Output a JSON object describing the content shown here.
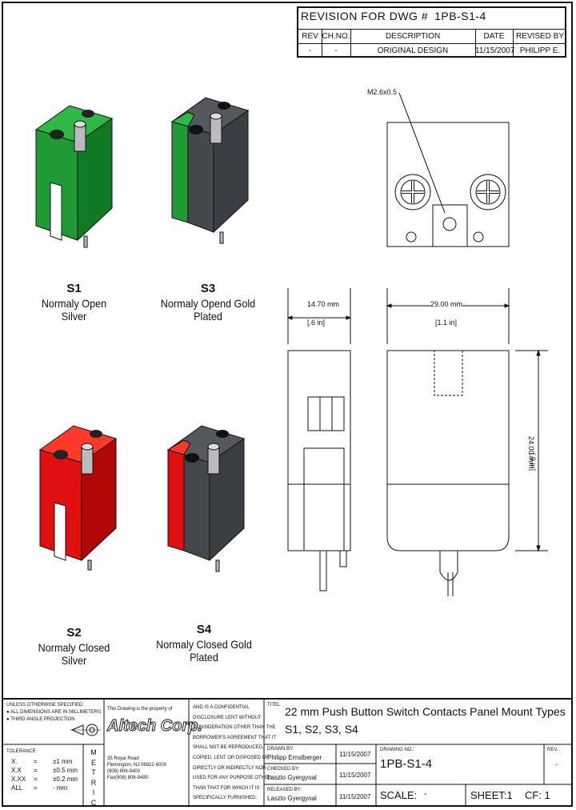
{
  "revision_table": {
    "title": "REVISION FOR DWG #",
    "dwg_number": "1PB-S1-4",
    "headers": [
      "REV",
      "CH.NO.",
      "DESCRIPTION",
      "DATE",
      "REVISED BY"
    ],
    "row": [
      "-",
      "-",
      "ORIGINAL DESIGN",
      "11/15/2007",
      "PHILIPP E."
    ]
  },
  "switches": [
    {
      "code": "S1",
      "description": "Normaly Open Silver",
      "color": "#1f9a35"
    },
    {
      "code": "S3",
      "description": "Normaly Opend Gold Plated",
      "color": "#1f9a35"
    },
    {
      "code": "S2",
      "description": "Normaly Closed Silver",
      "color": "#e01010"
    },
    {
      "code": "S4",
      "description": "Normaly Closed Gold Plated",
      "color": "#e01010"
    }
  ],
  "dimensions": {
    "screw": "M2.6x0.5",
    "width_side": "14.70 mm",
    "width_side_in": "[.6 in]",
    "width_front": "29.00 mm",
    "width_front_in": "[1.1 in]",
    "height": "24.00 mm",
    "height_in": "[.9 in]"
  },
  "title_block": {
    "unless": "UNLESS OTHERWISE SPECIFIED:",
    "note1": "ALL DIMENSIONS ARE IN MILLIMETERS",
    "note2": "THIRD ANGLE PROJECTION",
    "tolerance_label": "TOLERANCE",
    "tolerances": [
      {
        "fmt": "X.",
        "eq": "=",
        "val": "±1 mm"
      },
      {
        "fmt": "X.X",
        "eq": "=",
        "val": "±0.5 mm"
      },
      {
        "fmt": "X.XX",
        "eq": "=",
        "val": "±0.2 mm"
      },
      {
        "fmt": "ALL",
        "eq": "=",
        "val": "- mm"
      }
    ],
    "metric": [
      "M",
      "E",
      "T",
      "R",
      "I",
      "C"
    ],
    "property_line": "This Drawing is the property of",
    "company": "Altech Corp.",
    "address": [
      "35 Royal Road",
      "Flemington, NJ 08822-6000",
      "(908) 806-9400",
      "Fax(908) 806-9490"
    ],
    "confidential": [
      "AND IS A CONFIDENTIAL",
      "DISCLOSURE LENT WITHOUT",
      "CONSIDERATION OTHER THAN THE",
      "BORROWER'S AGREEMENT THAT IT",
      "SHALL NOT BE REPRODUCED,",
      "COPIED, LENT OR DISPOSED OF",
      "DIRECTLY OR INDIRECTLY NOR",
      "USED FOR ANY PURPOSE OTHER",
      "THAN THAT FOR WHICH IT IS",
      "SPECIFICALLY FURNISHED."
    ],
    "titel_label": "TITEL",
    "title": "22 mm Push Button Switch Contacts Panel Mount Types S1, S2, S3, S4",
    "drawn_by_label": "DRAWN BY:",
    "drawn_by": "Philipp Ernstberger",
    "checked_by_label": "CHECKED BY:",
    "checked_by": "Laszlo Gyergyoal",
    "released_by_label": "RELEASED BY:",
    "released_by": "Laszlo Gyergyoal",
    "date": "11/15/2007",
    "drawing_no_label": "DRAWING NO.:",
    "drawing_no": "1PB-S1-4",
    "rev_label": "REV.:",
    "rev_value": "-",
    "scale_label": "SCALE:",
    "scale_value": "-",
    "sheet": "SHEET:1",
    "cf": "CF: 1"
  }
}
